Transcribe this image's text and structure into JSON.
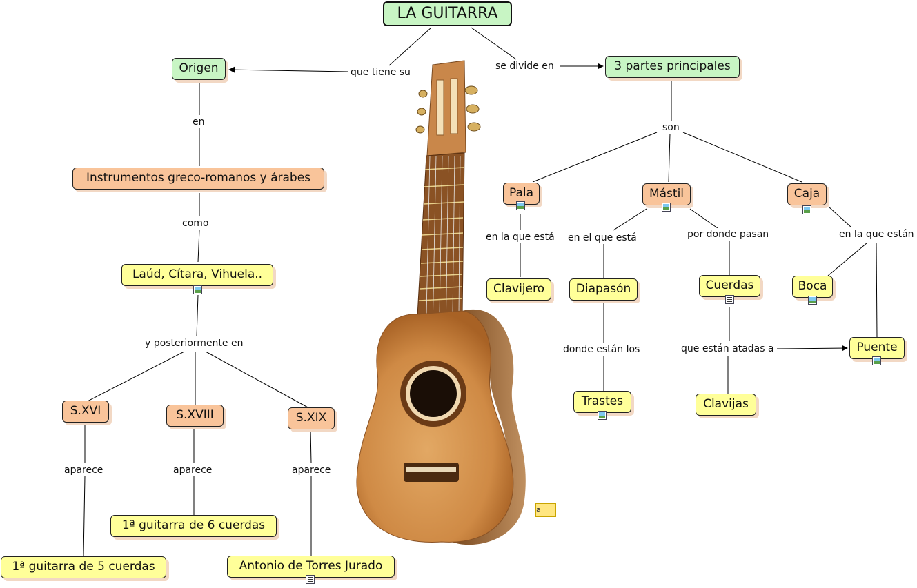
{
  "nodes": {
    "title": "LA GUITARRA",
    "origen": "Origen",
    "partes": "3 partes principales",
    "instrumentos": "Instrumentos greco-romanos y árabes",
    "laud": "Laúd, Cítara, Vihuela..",
    "s16": "S.XVI",
    "s18": "S.XVIII",
    "s19": "S.XIX",
    "g6": "1ª guitarra de 6 cuerdas",
    "g5": "1ª guitarra de 5 cuerdas",
    "torres": "Antonio de Torres Jurado",
    "pala": "Pala",
    "mastil": "Mástil",
    "caja": "Caja",
    "clavijero": "Clavijero",
    "diapason": "Diapasón",
    "cuerdas": "Cuerdas",
    "boca": "Boca",
    "trastes": "Trastes",
    "clavijas": "Clavijas",
    "puente": "Puente"
  },
  "links": {
    "que_tiene_su": "que tiene su",
    "se_divide_en": "se divide en",
    "en": "en",
    "como": "como",
    "y_posteriormente_en": "y posteriormente en",
    "aparece_1": "aparece",
    "aparece_2": "aparece",
    "aparece_3": "aparece",
    "son": "son",
    "en_la_que_esta": "en la que está",
    "en_el_que_esta": "en el que está",
    "por_donde_pasan": "por donde pasan",
    "en_la_que_estan": "en la que están",
    "donde_estan_los": "donde están los",
    "que_estan_atadas_a": "que están atadas a"
  },
  "icons": {
    "image": "image-resource-icon",
    "document": "document-resource-icon",
    "note": "annotation-icon",
    "note_label": "a"
  },
  "colors": {
    "green": "#c8f5c4",
    "orange": "#f9c49a",
    "yellow": "#ffff99"
  }
}
